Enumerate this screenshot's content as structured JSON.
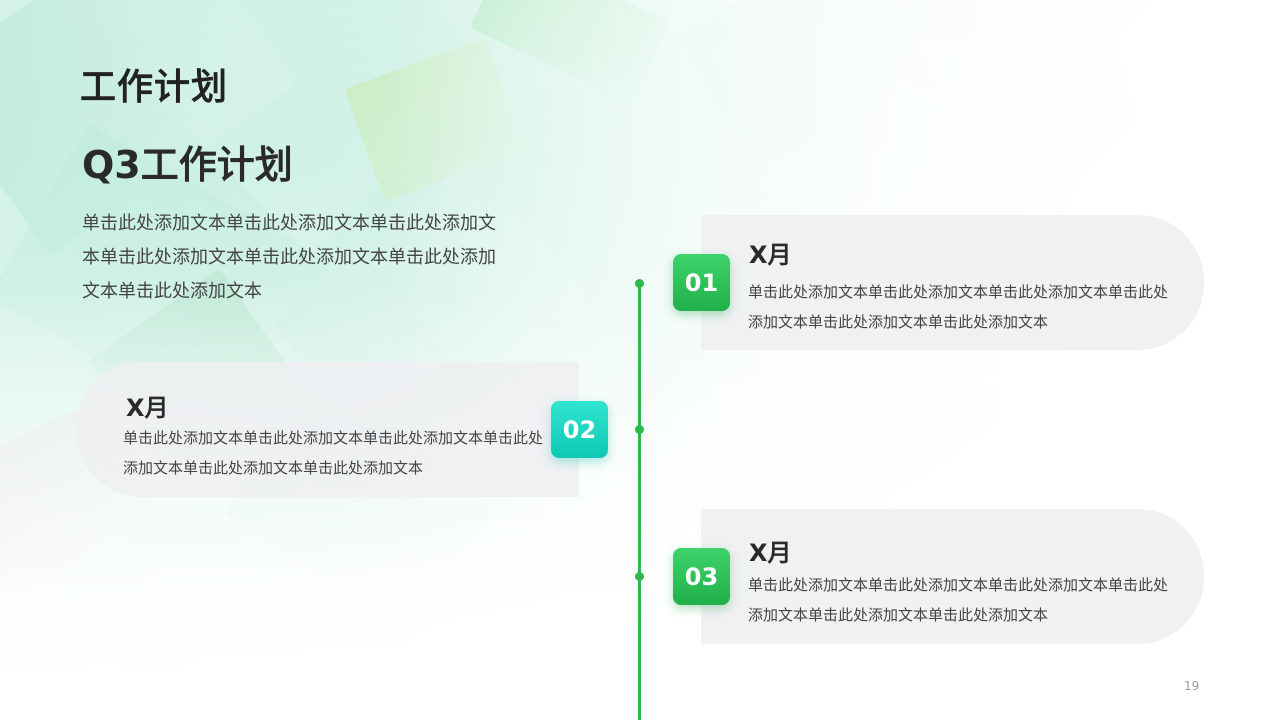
{
  "slide": {
    "title": "工作计划",
    "section_title": "Q3工作计划",
    "intro": "单击此处添加文本单击此处添加文本单击此处添加文本单击此处添加文本单击此处添加文本单击此处添加文本单击此处添加文本",
    "page_number": "19"
  },
  "timeline": {
    "items": [
      {
        "number": "01",
        "month": "X月",
        "description": "单击此处添加文本单击此处添加文本单击此处添加文本单击此处添加文本单击此处添加文本单击此处添加文本"
      },
      {
        "number": "02",
        "month": "X月",
        "description": "单击此处添加文本单击此处添加文本单击此处添加文本单击此处添加文本单击此处添加文本单击此处添加文本"
      },
      {
        "number": "03",
        "month": "X月",
        "description": "单击此处添加文本单击此处添加文本单击此处添加文本单击此处添加文本单击此处添加文本单击此处添加文本"
      }
    ]
  },
  "colors": {
    "accent_green": "#2cb84a",
    "accent_teal": "#0fc9b5",
    "card_background": "#eeeff1",
    "title_text": "#222222"
  }
}
